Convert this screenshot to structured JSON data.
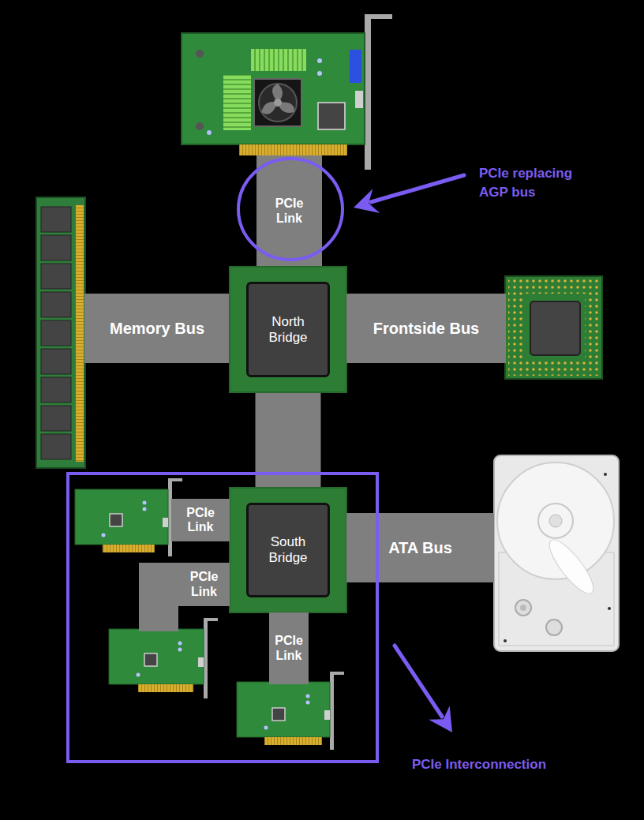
{
  "diagram": {
    "nodes": [
      {
        "text": [
          "PCIe replacing AGP bus"
        ]
      },
      {
        "text": [
          "PCIe Link"
        ],
        "in": 0
      },
      {
        "text": [
          "Memory Bus"
        ]
      },
      {
        "text": [
          "North Bridge"
        ]
      },
      {
        "text": [
          "Frontside Bus"
        ]
      },
      {
        "text": [
          "PCIe Interconnection"
        ]
      },
      {
        "text": [
          "South Bridge"
        ],
        "in": 5
      },
      {
        "text": [
          "PCIe Link"
        ],
        "in": 5
      },
      {
        "text": [
          "ATA Bus"
        ]
      },
      {
        "text": [
          "PCIe Link"
        ],
        "in": 5
      },
      {
        "text": [
          "PCIe Link"
        ],
        "in": 5
      }
    ],
    "edges": [
      {
        "from": 3,
        "to": 6,
        "arrow": "none"
      }
    ]
  }
}
